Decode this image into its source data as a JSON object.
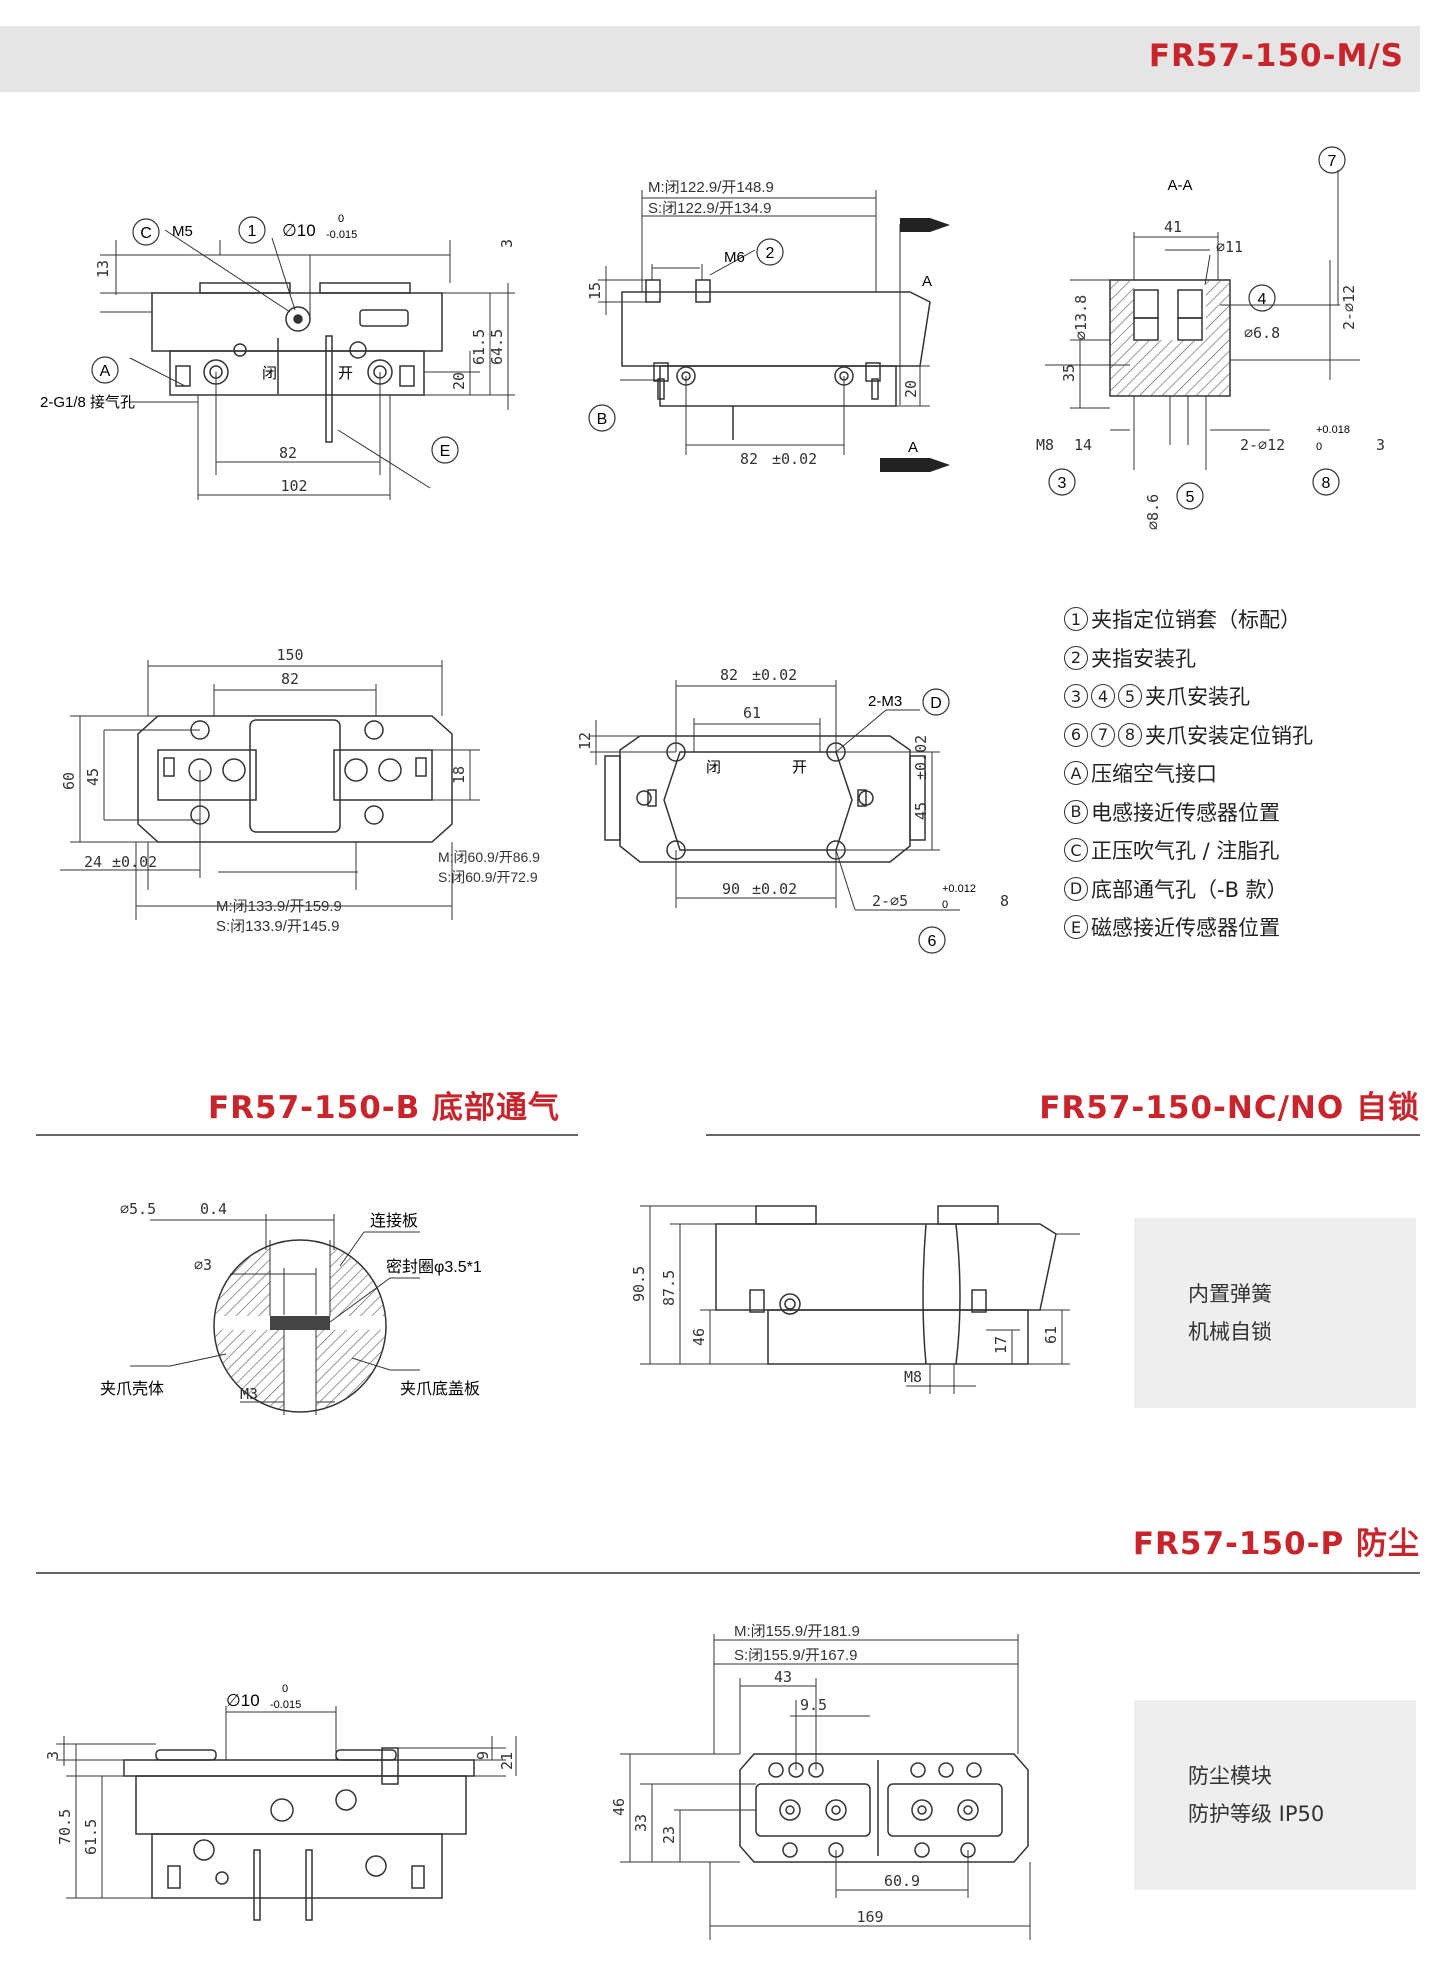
{
  "header": {
    "model_title": "FR57-150-M/S"
  },
  "sections": {
    "bottom_air": "FR57-150-B 底部通气",
    "self_lock": "FR57-150-NC/NO 自锁",
    "dustproof": "FR57-150-P 防尘"
  },
  "legend": [
    {
      "marks": [
        "1"
      ],
      "text": "夹指定位销套（标配）"
    },
    {
      "marks": [
        "2"
      ],
      "text": "夹指安装孔"
    },
    {
      "marks": [
        "3",
        "4",
        "5"
      ],
      "text": "夹爪安装孔"
    },
    {
      "marks": [
        "6",
        "7",
        "8"
      ],
      "text": "夹爪安装定位销孔"
    },
    {
      "marks": [
        "A"
      ],
      "text": "压缩空气接口"
    },
    {
      "marks": [
        "B"
      ],
      "text": "电感接近传感器位置"
    },
    {
      "marks": [
        "C"
      ],
      "text": "正压吹气孔 / 注脂孔"
    },
    {
      "marks": [
        "D"
      ],
      "text": "底部通气孔（-B 款）"
    },
    {
      "marks": [
        "E"
      ],
      "text": "磁感接近传感器位置"
    }
  ],
  "notes": {
    "self_lock": {
      "line1": "内置弹簧",
      "line2": "机械自锁"
    },
    "dustproof": {
      "line1": "防尘模块",
      "line2": "防护等级 IP50"
    }
  },
  "drawings": {
    "front": {
      "labels": {
        "c": "C",
        "m5": "M5",
        "one": "1",
        "phi10": "∅10",
        "tol_up": "0",
        "tol_dn": "-0.015",
        "a": "A",
        "g18": "2-G1/8 接气孔",
        "e": "E",
        "close": "闭",
        "open": "开"
      },
      "dims": {
        "d13": "13",
        "d3": "3",
        "d615": "61.5",
        "d645": "64.5",
        "d20": "20",
        "d82": "82",
        "d102": "102"
      }
    },
    "side": {
      "labels": {
        "m_stroke": "M:闭122.9/开148.9",
        "s_stroke": "S:闭122.9/开134.9",
        "m6": "M6",
        "two": "2",
        "a_top": "A",
        "a_bot": "A",
        "b": "B"
      },
      "dims": {
        "d15": "15",
        "d20": "20",
        "d82": "82",
        "tol": "±0.02"
      }
    },
    "section": {
      "labels": {
        "aa": "A-A",
        "seven": "7",
        "four": "4",
        "three": "3",
        "five": "5",
        "eight": "8",
        "m8": "M8",
        "d2phi12": "2-∅12",
        "tol_up": "+0.018",
        "tol_dn": "0"
      },
      "dims": {
        "d41": "41",
        "phi11": "∅11",
        "phi138": "∅13.8",
        "phi68": "∅6.8",
        "d35": "35",
        "d14": "14",
        "phi86": "∅8.6",
        "d3": "3",
        "phi12v": "2-∅12"
      }
    },
    "top": {
      "dims": {
        "d150": "150",
        "d82": "82",
        "d60": "60",
        "d45": "45",
        "d18": "18",
        "d24": "24",
        "tol": "±0.02",
        "m_small": "M:闭60.9/开86.9",
        "s_small": "S:闭60.9/开72.9",
        "m_large": "M:闭133.9/开159.9",
        "s_large": "S:闭133.9/开145.9"
      }
    },
    "bottom": {
      "labels": {
        "m3": "2-M3",
        "d": "D",
        "close": "闭",
        "open": "开",
        "phi5": "2-∅5",
        "tol_up": "+0.012",
        "tol_dn": "0",
        "six": "6"
      },
      "dims": {
        "d82": "82",
        "tol": "±0.02",
        "d61": "61",
        "d12": "12",
        "d45": "45",
        "d90": "90",
        "d8": "8"
      }
    },
    "detail_b": {
      "labels": {
        "phi55": "∅5.5",
        "d04": "0.4",
        "link_plate": "连接板",
        "phi3": "∅3",
        "seal": "密封圈φ3.5*1",
        "shell": "夹爪壳体",
        "m3": "M3",
        "bottom_cover": "夹爪底盖板"
      }
    },
    "selflock": {
      "dims": {
        "d905": "90.5",
        "d875": "87.5",
        "d46": "46",
        "d61": "61",
        "d17": "17",
        "m8": "M8"
      }
    },
    "dust_front": {
      "labels": {
        "phi10": "∅10",
        "tol_up": "0",
        "tol_dn": "-0.015"
      },
      "dims": {
        "d3": "3",
        "d9": "9",
        "d21": "21",
        "d705": "70.5",
        "d615": "61.5"
      }
    },
    "dust_top": {
      "dims": {
        "m_stroke": "M:闭155.9/开181.9",
        "s_stroke": "S:闭155.9/开167.9",
        "d43": "43",
        "d95": "9.5",
        "d46": "46",
        "d33": "33",
        "d23": "23",
        "d609": "60.9",
        "d169": "169"
      }
    }
  }
}
